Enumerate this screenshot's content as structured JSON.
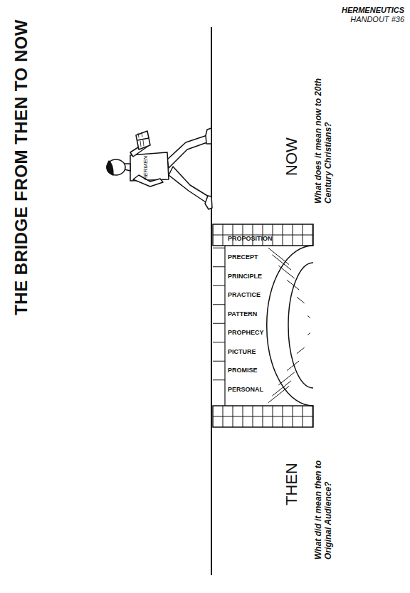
{
  "diagram": {
    "title": "THE BRIDGE FROM THEN TO NOW",
    "labels": [
      "HERMENEUTICS",
      "HANDOUT #36",
      "NOW",
      "What does it mean now to 20th Century Christians?",
      "THEN",
      "What did it mean then to Original Audience?",
      "PROPOSITION",
      "PRECEPT",
      "PRINCIPLE",
      "PRACTICE",
      "PATTERN",
      "PROPHECY",
      "PICTURE",
      "PROMISE",
      "PERSONAL",
      "HERMEN"
    ]
  }
}
